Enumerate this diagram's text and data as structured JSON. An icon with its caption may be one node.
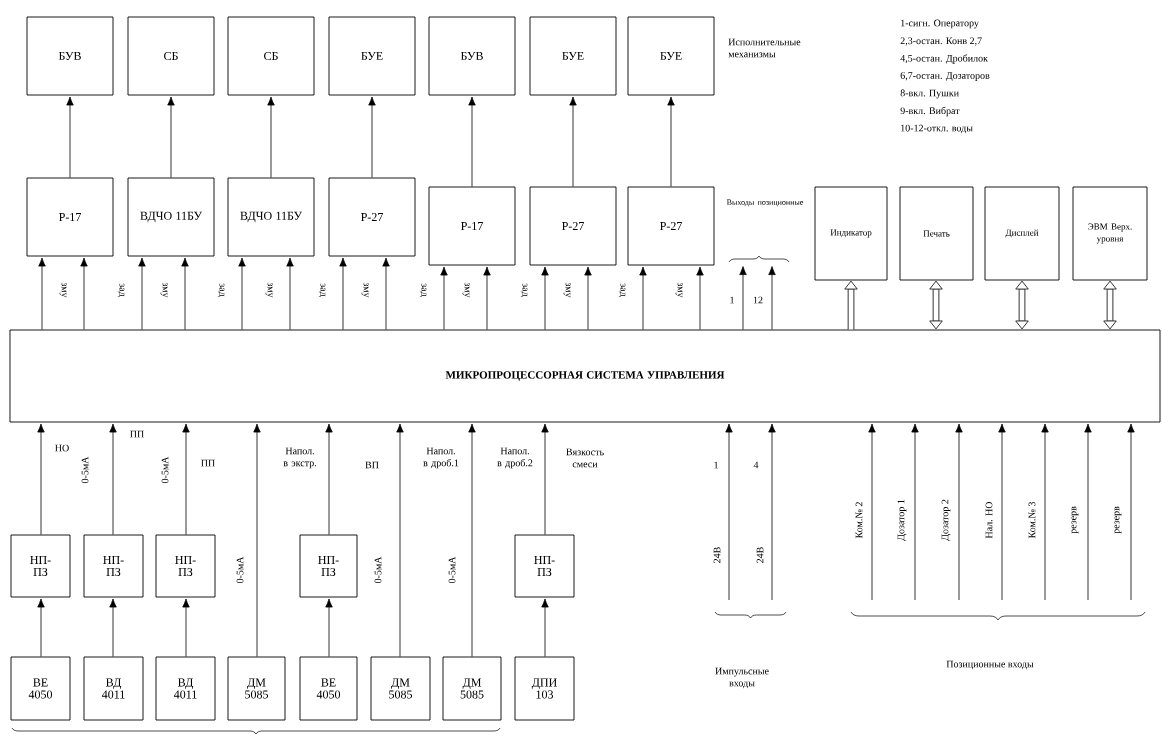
{
  "diagram": {
    "nodes": [
      {
        "text": [
          "БУВ"
        ]
      },
      {
        "text": [
          "СБ"
        ]
      },
      {
        "text": [
          "СБ"
        ]
      },
      {
        "text": [
          "БУЕ"
        ]
      },
      {
        "text": [
          "БУВ"
        ]
      },
      {
        "text": [
          "БУЕ"
        ]
      },
      {
        "text": [
          "БУЕ"
        ]
      },
      {
        "text": [
          "Р-17"
        ]
      },
      {
        "text": [
          "ВДЧО 11БУ"
        ]
      },
      {
        "text": [
          "ВДЧО 11БУ"
        ]
      },
      {
        "text": [
          "Р-27"
        ]
      },
      {
        "text": [
          "Р-17"
        ]
      },
      {
        "text": [
          "Р-27"
        ]
      },
      {
        "text": [
          "Р-27"
        ]
      },
      {
        "text": [
          "Индикатор"
        ]
      },
      {
        "text": [
          "Печать"
        ]
      },
      {
        "text": [
          "Дисплей"
        ]
      },
      {
        "text": [
          "ЭВМ Верх. уровня"
        ]
      },
      {
        "text": [
          "МИКРОПРОЦЕССОРНАЯ СИСТЕМА УПРАВЛЕНИЯ"
        ]
      },
      {
        "text": [
          "НП-ПЗ"
        ]
      },
      {
        "text": [
          "НП-ПЗ"
        ]
      },
      {
        "text": [
          "НП-ПЗ"
        ]
      },
      {
        "text": [
          "НП-ПЗ"
        ]
      },
      {
        "text": [
          "НП-ПЗ"
        ]
      },
      {
        "text": [
          "ВЕ 4050"
        ]
      },
      {
        "text": [
          "ВД 4011"
        ]
      },
      {
        "text": [
          "ВД 4011"
        ]
      },
      {
        "text": [
          "ДМ 5085"
        ]
      },
      {
        "text": [
          "ВЕ 4050"
        ]
      },
      {
        "text": [
          "ДМ 5085"
        ]
      },
      {
        "text": [
          "ДМ 5085"
        ]
      },
      {
        "text": [
          "ДПИ 103"
        ]
      }
    ],
    "edges": [
      {
        "from": 7,
        "to": 0,
        "arrow": "to"
      },
      {
        "from": 8,
        "to": 1,
        "arrow": "to"
      },
      {
        "from": 9,
        "to": 2,
        "arrow": "to"
      },
      {
        "from": 10,
        "to": 3,
        "arrow": "to"
      },
      {
        "from": 11,
        "to": 4,
        "arrow": "to"
      },
      {
        "from": 12,
        "to": 5,
        "arrow": "to"
      },
      {
        "from": 13,
        "to": 6,
        "arrow": "to"
      },
      {
        "from": 18,
        "to": 7,
        "arrow": "to"
      },
      {
        "from": 18,
        "to": 7,
        "arrow": "to",
        "label": "зму"
      },
      {
        "from": 18,
        "to": 8,
        "arrow": "to",
        "label": "зад"
      },
      {
        "from": 18,
        "to": 8,
        "arrow": "to",
        "label": "зму"
      },
      {
        "from": 18,
        "to": 9,
        "arrow": "to",
        "label": "зад"
      },
      {
        "from": 18,
        "to": 9,
        "arrow": "to",
        "label": "зму"
      },
      {
        "from": 18,
        "to": 10,
        "arrow": "to",
        "label": "зад"
      },
      {
        "from": 18,
        "to": 10,
        "arrow": "to",
        "label": "зму"
      },
      {
        "from": 18,
        "to": 11,
        "arrow": "to",
        "label": "зад"
      },
      {
        "from": 18,
        "to": 11,
        "arrow": "to",
        "label": "зму"
      },
      {
        "from": 18,
        "to": 12,
        "arrow": "to",
        "label": "зад"
      },
      {
        "from": 18,
        "to": 12,
        "arrow": "to",
        "label": "зму"
      },
      {
        "from": 18,
        "to": 13,
        "arrow": "to",
        "label": "зад"
      },
      {
        "from": 18,
        "to": 13,
        "arrow": "to",
        "label": "зму"
      },
      {
        "from": 18,
        "to": null,
        "arrow": "to",
        "label": "1"
      },
      {
        "from": 18,
        "to": null,
        "arrow": "to",
        "label": "12"
      },
      {
        "from": 18,
        "to": 14,
        "arrow": "to",
        "style": "thick"
      },
      {
        "from": 18,
        "to": 15,
        "arrow": "both",
        "style": "thick"
      },
      {
        "from": 18,
        "to": 16,
        "arrow": "both",
        "style": "thick"
      },
      {
        "from": 18,
        "to": 17,
        "arrow": "both",
        "style": "thick"
      },
      {
        "from": 24,
        "to": 19,
        "arrow": "to"
      },
      {
        "from": 25,
        "to": 20,
        "arrow": "to"
      },
      {
        "from": 26,
        "to": 21,
        "arrow": "to"
      },
      {
        "from": 28,
        "to": 22,
        "arrow": "to"
      },
      {
        "from": 31,
        "to": 23,
        "arrow": "to"
      },
      {
        "from": 19,
        "to": 18,
        "arrow": "to",
        "label": "НО"
      },
      {
        "from": 20,
        "to": 18,
        "arrow": "to",
        "label": "ПП"
      },
      {
        "from": 21,
        "to": 18,
        "arrow": "to",
        "label": "ПП"
      },
      {
        "from": 27,
        "to": 18,
        "arrow": "to",
        "label": "Напол. в экстр."
      },
      {
        "from": 22,
        "to": 18,
        "arrow": "to",
        "label": "ВП"
      },
      {
        "from": 29,
        "to": 18,
        "arrow": "to",
        "label": "Напол. в дроб.1"
      },
      {
        "from": 30,
        "to": 18,
        "arrow": "to",
        "label": "Напол. в дроб.2"
      },
      {
        "from": 23,
        "to": 18,
        "arrow": "to",
        "label": "Вязкость смеси"
      },
      {
        "from": null,
        "to": 18,
        "arrow": "to",
        "label": "24В"
      },
      {
        "from": null,
        "to": 18,
        "arrow": "to",
        "label": "24В"
      },
      {
        "from": null,
        "to": 18,
        "arrow": "to",
        "label": "Ком.№ 2"
      },
      {
        "from": null,
        "to": 18,
        "arrow": "to",
        "label": "Дозатор 1"
      },
      {
        "from": null,
        "to": 18,
        "arrow": "to",
        "label": "Дозатор 2"
      },
      {
        "from": null,
        "to": 18,
        "arrow": "to",
        "label": "Нал. НО"
      },
      {
        "from": null,
        "to": 18,
        "arrow": "to",
        "label": "Ком.№ 3"
      },
      {
        "from": null,
        "to": 18,
        "arrow": "to",
        "label": "резерв"
      },
      {
        "from": null,
        "to": 18,
        "arrow": "to",
        "label": "резерв"
      }
    ],
    "labels": [
      "Исполнительные механизмы",
      "1-сигн. Оператору",
      "2,3-остан. Конв 2,7",
      "4,5-остан. Дробилок",
      "6,7-остан. Дозаторов",
      "8-вкл. Пушки",
      "9-вкл. Вибрат",
      "10-12-откл. воды",
      "Выходы позиционные",
      "0-5мА",
      "0-5мА",
      "1",
      "4",
      "0-5мА",
      "0-5мА",
      "0-5мА",
      "Импульсные входы",
      "Позиционные входы"
    ]
  }
}
